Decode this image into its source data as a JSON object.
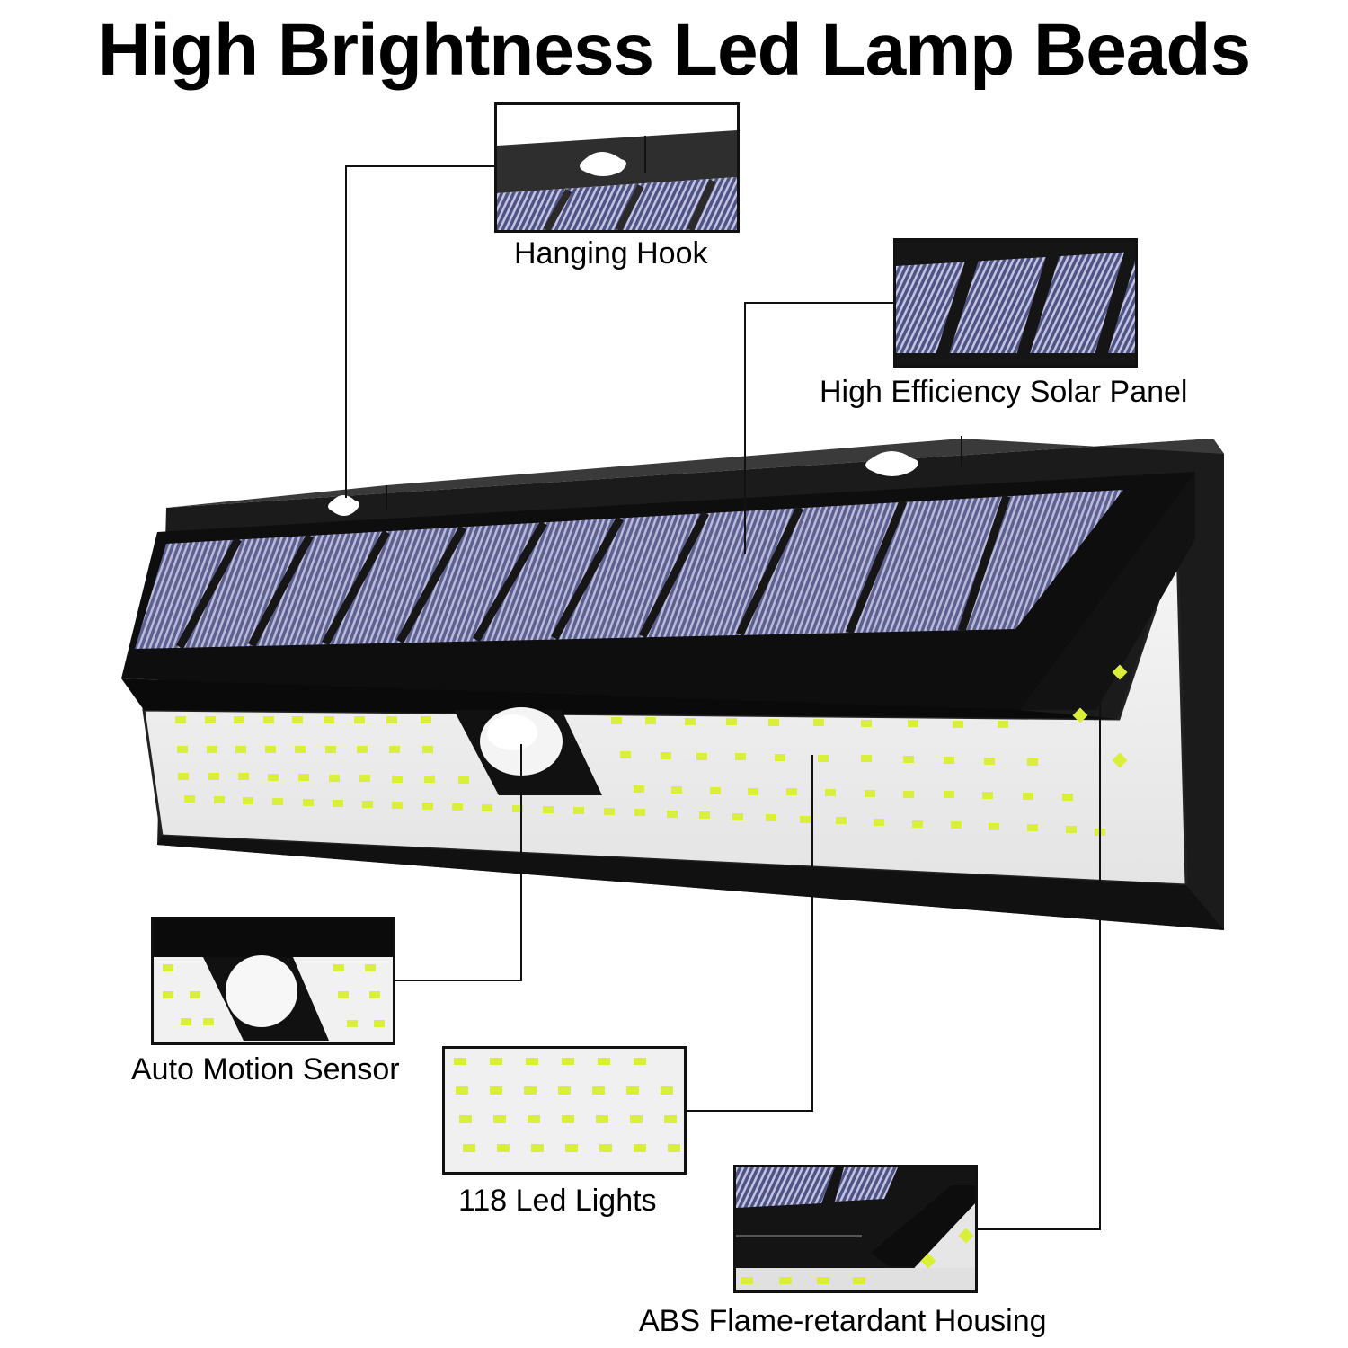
{
  "title": "High Brightness Led Lamp Beads",
  "product": {
    "name": "solar wall light",
    "colors": {
      "housing": "#141414",
      "solar_cell": "#5d6090",
      "solar_stripe": "#b9bbd8",
      "led_panel": "#f0f0f0",
      "led_bead": "#d9ef3a"
    }
  },
  "callouts": [
    {
      "id": "hanging-hook",
      "label": "Hanging Hook"
    },
    {
      "id": "solar-panel",
      "label": "High Efficiency Solar Panel"
    },
    {
      "id": "motion-sensor",
      "label": "Auto Motion Sensor"
    },
    {
      "id": "led-lights",
      "label": "118 Led Lights"
    },
    {
      "id": "housing",
      "label": "ABS Flame-retardant Housing"
    }
  ]
}
